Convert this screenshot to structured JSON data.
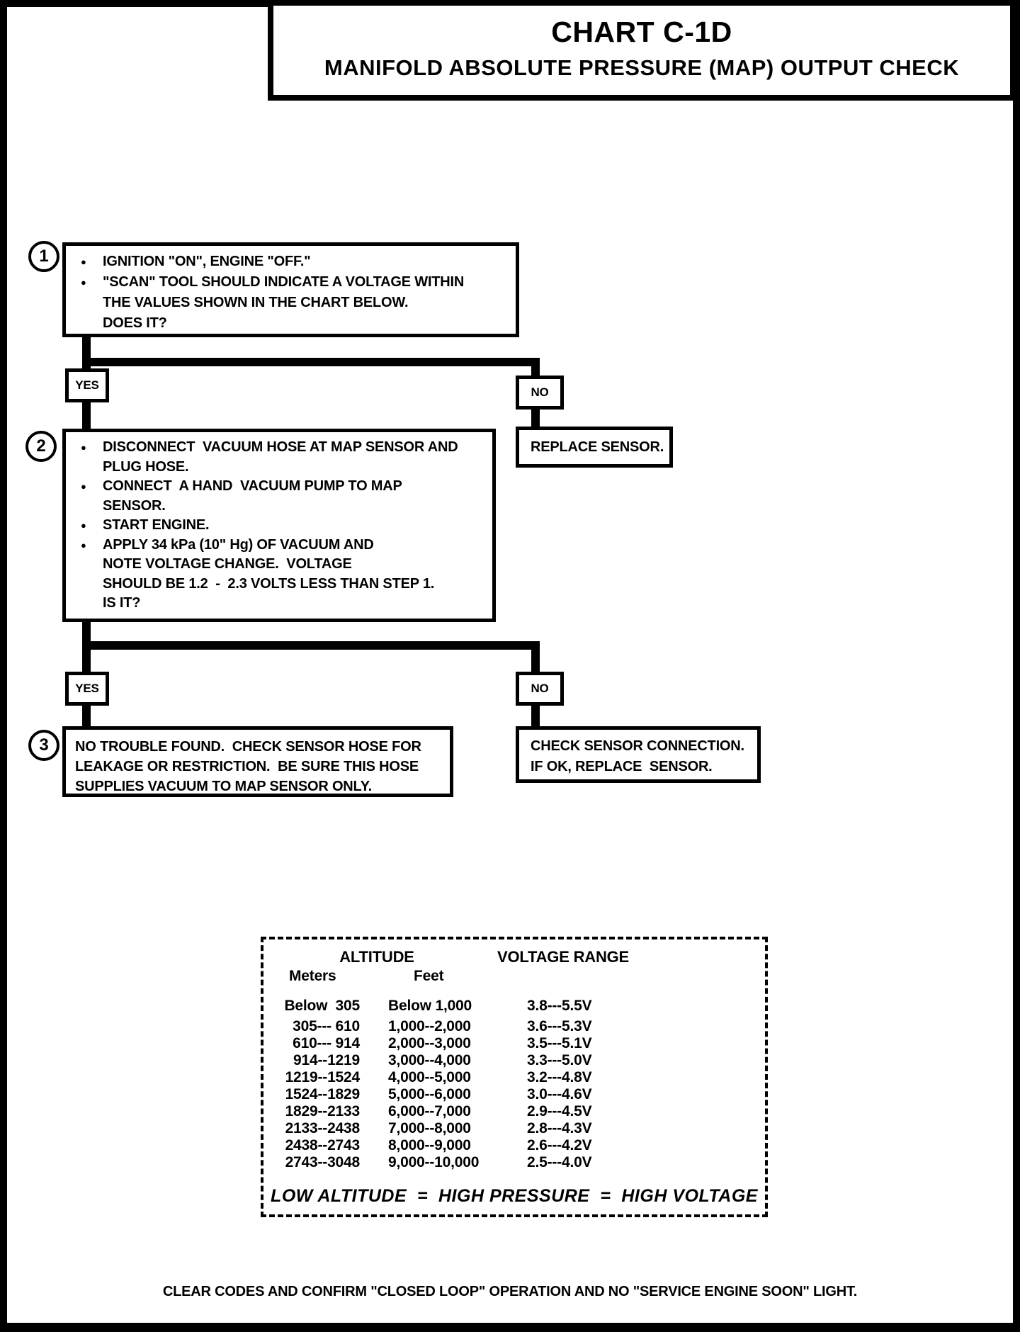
{
  "page": {
    "title": "CHART C-1D",
    "subtitle": "MANIFOLD ABSOLUTE PRESSURE (MAP) OUTPUT CHECK",
    "footer_note": "CLEAR CODES AND CONFIRM \"CLOSED LOOP\" OPERATION AND NO \"SERVICE ENGINE SOON\" LIGHT."
  },
  "icons": {
    "bullet": "●"
  },
  "colors": {
    "ink": "#000000",
    "paper": "#ffffff"
  },
  "flowchart": {
    "step1": {
      "number": "1",
      "lines": [
        {
          "bullet": true,
          "text": "IGNITION \"ON\", ENGINE \"OFF.\""
        },
        {
          "bullet": true,
          "text": "\"SCAN\" TOOL SHOULD INDICATE A VOLTAGE WITHIN"
        },
        {
          "bullet": false,
          "text": "THE VALUES SHOWN IN THE CHART BELOW."
        },
        {
          "bullet": false,
          "text": "DOES IT?"
        }
      ]
    },
    "decision1": {
      "yes": "YES",
      "no": "NO"
    },
    "replace_box": {
      "text": "REPLACE SENSOR."
    },
    "step2": {
      "number": "2",
      "lines": [
        {
          "bullet": true,
          "text": "DISCONNECT  VACUUM HOSE AT MAP SENSOR AND"
        },
        {
          "bullet": false,
          "text": "PLUG HOSE."
        },
        {
          "bullet": true,
          "text": "CONNECT  A HAND  VACUUM PUMP TO MAP"
        },
        {
          "bullet": false,
          "text": "SENSOR."
        },
        {
          "bullet": true,
          "text": "START ENGINE."
        },
        {
          "bullet": true,
          "text": "APPLY 34 kPa (10\" Hg) OF VACUUM AND"
        },
        {
          "bullet": false,
          "text": "NOTE VOLTAGE CHANGE.  VOLTAGE"
        },
        {
          "bullet": false,
          "text": "SHOULD BE 1.2  -  2.3 VOLTS LESS THAN STEP 1."
        },
        {
          "bullet": false,
          "text": "IS IT?"
        }
      ]
    },
    "decision2": {
      "yes": "YES",
      "no": "NO"
    },
    "step3": {
      "number": "3",
      "lines": [
        {
          "text": "NO TROUBLE FOUND.  CHECK SENSOR HOSE FOR"
        },
        {
          "text": "LEAKAGE OR RESTRICTION.  BE SURE THIS HOSE"
        },
        {
          "text": "SUPPLIES VACUUM TO MAP SENSOR ONLY."
        }
      ]
    },
    "check_box": {
      "lines": [
        {
          "text": "CHECK SENSOR CONNECTION."
        },
        {
          "text": "IF OK, REPLACE  SENSOR."
        }
      ]
    }
  },
  "table": {
    "header": {
      "altitude": "ALTITUDE",
      "voltage_range": "VOLTAGE RANGE",
      "meters": "Meters",
      "feet": "Feet"
    },
    "rows": [
      {
        "meters": "Below  305",
        "feet": "Below 1,000",
        "voltage": "3.8---5.5V"
      },
      {
        "meters": "305--- 610",
        "feet": "1,000--2,000",
        "voltage": "3.6---5.3V"
      },
      {
        "meters": "610--- 914",
        "feet": "2,000--3,000",
        "voltage": "3.5---5.1V"
      },
      {
        "meters": "914--1219",
        "feet": "3,000--4,000",
        "voltage": "3.3---5.0V"
      },
      {
        "meters": "1219--1524",
        "feet": "4,000--5,000",
        "voltage": "3.2---4.8V"
      },
      {
        "meters": "1524--1829",
        "feet": "5,000--6,000",
        "voltage": "3.0---4.6V"
      },
      {
        "meters": "1829--2133",
        "feet": "6,000--7,000",
        "voltage": "2.9---4.5V"
      },
      {
        "meters": "2133--2438",
        "feet": "7,000--8,000",
        "voltage": "2.8---4.3V"
      },
      {
        "meters": "2438--2743",
        "feet": "8,000--9,000",
        "voltage": "2.6---4.2V"
      },
      {
        "meters": "2743--3048",
        "feet": "9,000--10,000",
        "voltage": "2.5---4.0V"
      }
    ],
    "footer": "LOW ALTITUDE  =  HIGH PRESSURE  =  HIGH VOLTAGE"
  }
}
